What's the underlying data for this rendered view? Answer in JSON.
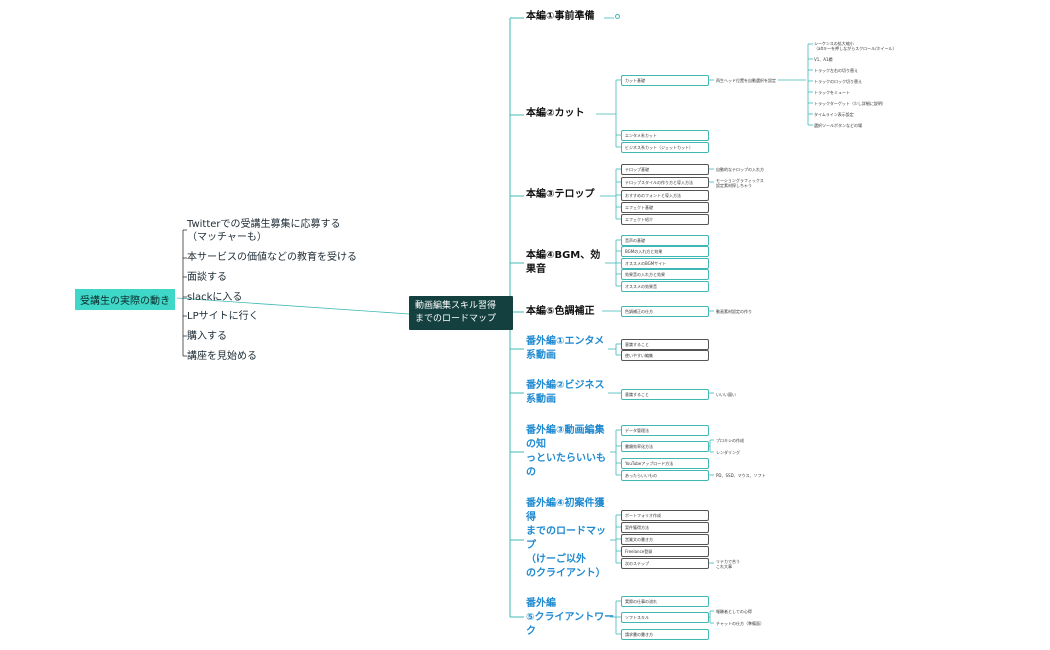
{
  "center_node": "動画編集スキル習得\nまでのロードマップ",
  "left": {
    "root": "受講生の実際の動き",
    "items": [
      "Twitterでの受講生募集に応募する\n（マッチャーも）",
      "本サービスの価値などの教育を受ける",
      "面談する",
      "slackに入る",
      "LPサイトに行く",
      "購入する",
      "講座を見始める"
    ]
  },
  "branches": [
    {
      "label": "本編①事前準備"
    },
    {
      "label": "本編②カット"
    },
    {
      "label": "本編③テロップ"
    },
    {
      "label": "本編④BGM、効\n果音"
    },
    {
      "label": "本編⑤色調補正"
    },
    {
      "label": "番外編①エンタメ\n系動画"
    },
    {
      "label": "番外編②ビジネス\n系動画"
    },
    {
      "label": "番外編③動画編集\nの知\nっといたらいいも\nの"
    },
    {
      "label": "番外編④初案件獲\n得\nまでのロードマッ\nプ\n（けーご以外\nのクライアント）"
    },
    {
      "label": "番外編\n⑤クライアントワー\nク"
    }
  ],
  "sub": {
    "cut": [
      "カット基礎",
      "エンタメ系カット",
      "ビジネス系カット（ジェットカット）"
    ],
    "telop": [
      "テロップ基礎",
      "テロップスタイルの作り方と導入方法",
      "おすすめのフォントと導入方法",
      "エフェクト基礎",
      "エフェクト紹介"
    ],
    "bgm": [
      "音声の基礎",
      "BGMの入れ方と効果",
      "オススメのBGMサイト",
      "効果音の入れ方と効果",
      "オススメの効果音"
    ],
    "color": [
      "色調補正の仕方"
    ],
    "ex1": [
      "意識すること",
      "使いやすい編集"
    ],
    "ex2": [
      "意識すること"
    ],
    "ex3": [
      "データ管理法",
      "書類効率化方法",
      "YouTubeアップロード方法",
      "あったらいいもの"
    ],
    "ex4": [
      "ポートフォリオ作成",
      "案件獲得方法",
      "営業文の書き方",
      "Freelance登録",
      "次のステップ"
    ],
    "ex5": [
      "実際の仕事の流れ",
      "ソフトスキル",
      "請求書の書き方"
    ]
  },
  "notes": {
    "cut1": "再生ヘッド位置を自動選択を設定",
    "telop1": "自動的なテロップの入れ方",
    "telop2": "モーショングラフィックス\n設定素材探しちゃう",
    "color1": "動画素材設定の作り",
    "ex2a": "いいい図い",
    "ex3a": "プロキシの作成",
    "ex3b": "レンダリング",
    "ex3c": "PD、SSD、マウス、ソフト",
    "ex4a": "リテカで合う\nこれ大事",
    "ex5a": "報酬者としての心得",
    "ex5b": "チャットの仕方（準備面）"
  },
  "level4": [
    "シーケンスの拡大縮小\n（altキーを押しながらスクロール/ホイール）",
    "V1、A1欄",
    "トラック左右の切り替え",
    "トラックのロック切り替え",
    "トラックをミュート",
    "トラックターゲット（少し詳細に説明）",
    "タイムライン表示設定",
    "選択ツールボタンなどの場"
  ]
}
